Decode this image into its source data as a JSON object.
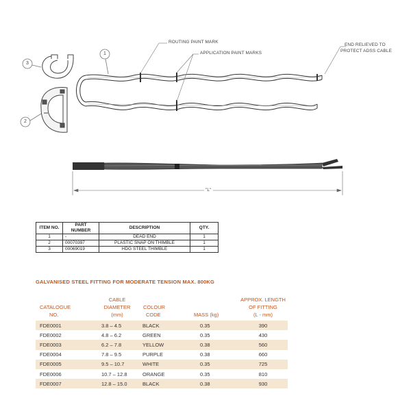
{
  "drawing": {
    "callouts": {
      "routing_paint_mark": "ROUTING PAINT MARK",
      "application_paint_marks": "APPLICATION PAINT MARKS",
      "end_relieved_line1": "END RELIEVED TO",
      "end_relieved_line2": "PROTECT ADSS CABLE",
      "item1": "1",
      "item2": "2",
      "item3": "3",
      "length_label": "\"L\""
    }
  },
  "parts_table": {
    "headers": [
      "ITEM NO.",
      "PART NUMBER",
      "DESCRIPTION",
      "QTY."
    ],
    "rows": [
      [
        "1",
        "-",
        "DEAD END",
        "1"
      ],
      [
        "2",
        "00070397",
        "PLASTIC SNAP ON THIMBLE",
        "1"
      ],
      [
        "3",
        "00069019",
        "HDG STEEL THIMBLE",
        "1"
      ]
    ]
  },
  "spec": {
    "title": "GALVANISED STEEL FITTING FOR MODERATE TENSION MAX. 800KG",
    "headers": {
      "catalogue": [
        "CATALOGUE",
        "NO."
      ],
      "diameter": [
        "CABLE",
        "DIAMETER",
        "(mm)"
      ],
      "colour": [
        "COLOUR",
        "CODE"
      ],
      "mass": [
        "MASS (kg)"
      ],
      "length": [
        "APPROX. LENGTH",
        "OF FITTING",
        "(L - mm)"
      ]
    },
    "rows": [
      [
        "FDE0001",
        "3.8 – 4.5",
        "BLACK",
        "0.35",
        "390"
      ],
      [
        "FDE0002",
        "4.8 – 6.2",
        "GREEN",
        "0.35",
        "430"
      ],
      [
        "FDE0003",
        "6.2 – 7.8",
        "YELLOW",
        "0.38",
        "560"
      ],
      [
        "FDE0004",
        "7.8 – 9.5",
        "PURPLE",
        "0.38",
        "660"
      ],
      [
        "FDE0005",
        "9.5 – 10.7",
        "WHITE",
        "0.35",
        "725"
      ],
      [
        "FDE0006",
        "10.7 – 12.8",
        "ORANGE",
        "0.35",
        "810"
      ],
      [
        "FDE0007",
        "12.8 – 15.0",
        "BLACK",
        "0.38",
        "930"
      ]
    ],
    "colors": {
      "accent": "#c0561c",
      "band": "#f5e6d1"
    }
  }
}
